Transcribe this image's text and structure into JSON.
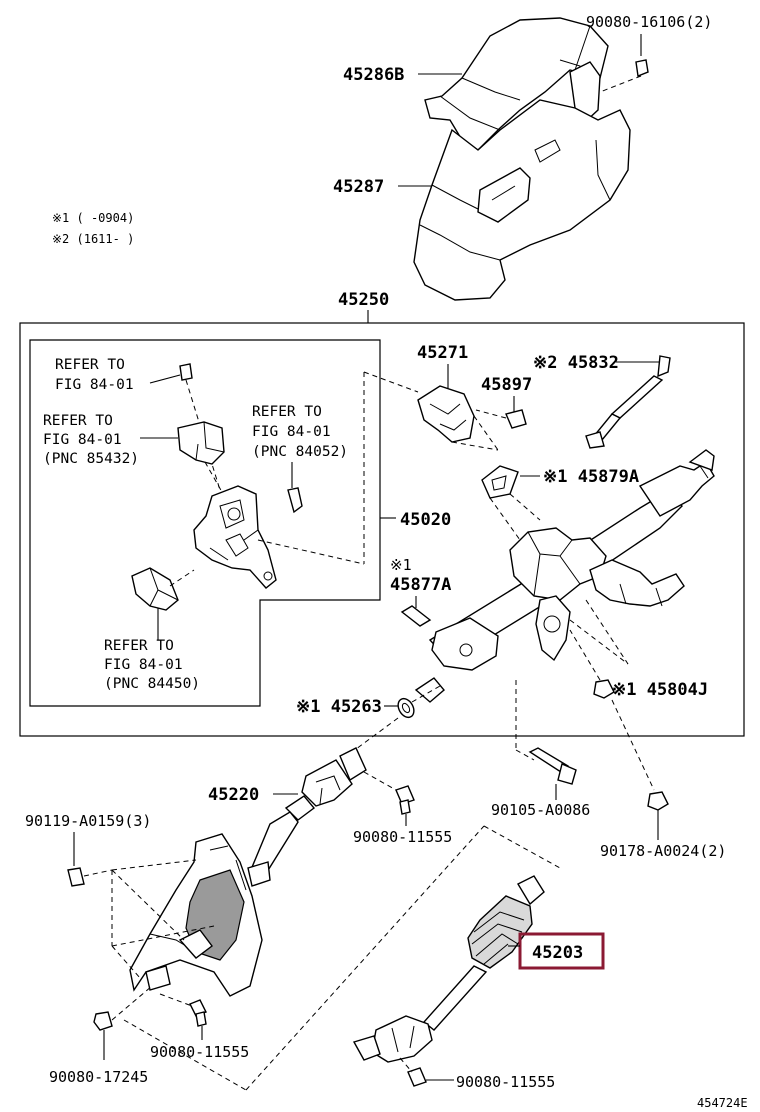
{
  "notes": {
    "n1": "※1 (    -0904)",
    "n2": "※2 (1611-    )"
  },
  "parts": {
    "p_90080_16106": "90080-16106(2)",
    "p_45286B": "45286B",
    "p_45287": "45287",
    "p_45250": "45250",
    "p_45271": "45271",
    "p_45832": "※2 45832",
    "p_45897": "45897",
    "p_45879A": "※1 45879A",
    "p_45020": "45020",
    "p_45877A_mark": "※1",
    "p_45877A": "45877A",
    "p_45263": "※1 45263",
    "p_45804J": "※1 45804J",
    "p_45220": "45220",
    "p_90119": "90119-A0159(3)",
    "p_90080_11555_a": "90080-11555",
    "p_90105": "90105-A0086",
    "p_90178": "90178-A0024(2)",
    "p_45203": "45203",
    "p_90080_11555_b": "90080-11555",
    "p_90080_17245": "90080-17245",
    "p_90080_11555_c": "90080-11555"
  },
  "refs": {
    "r1_l1": "REFER TO",
    "r1_l2": "FIG 84-01",
    "r2_l1": "REFER TO",
    "r2_l2": "FIG 84-01",
    "r2_l3": "(PNC 85432)",
    "r3_l1": "REFER TO",
    "r3_l2": "FIG 84-01",
    "r3_l3": "(PNC 84052)",
    "r4_l1": "REFER TO",
    "r4_l2": "FIG 84-01",
    "r4_l3": "(PNC 84450)"
  },
  "figure_id": "454724E",
  "highlight_color": "#8b1a33"
}
